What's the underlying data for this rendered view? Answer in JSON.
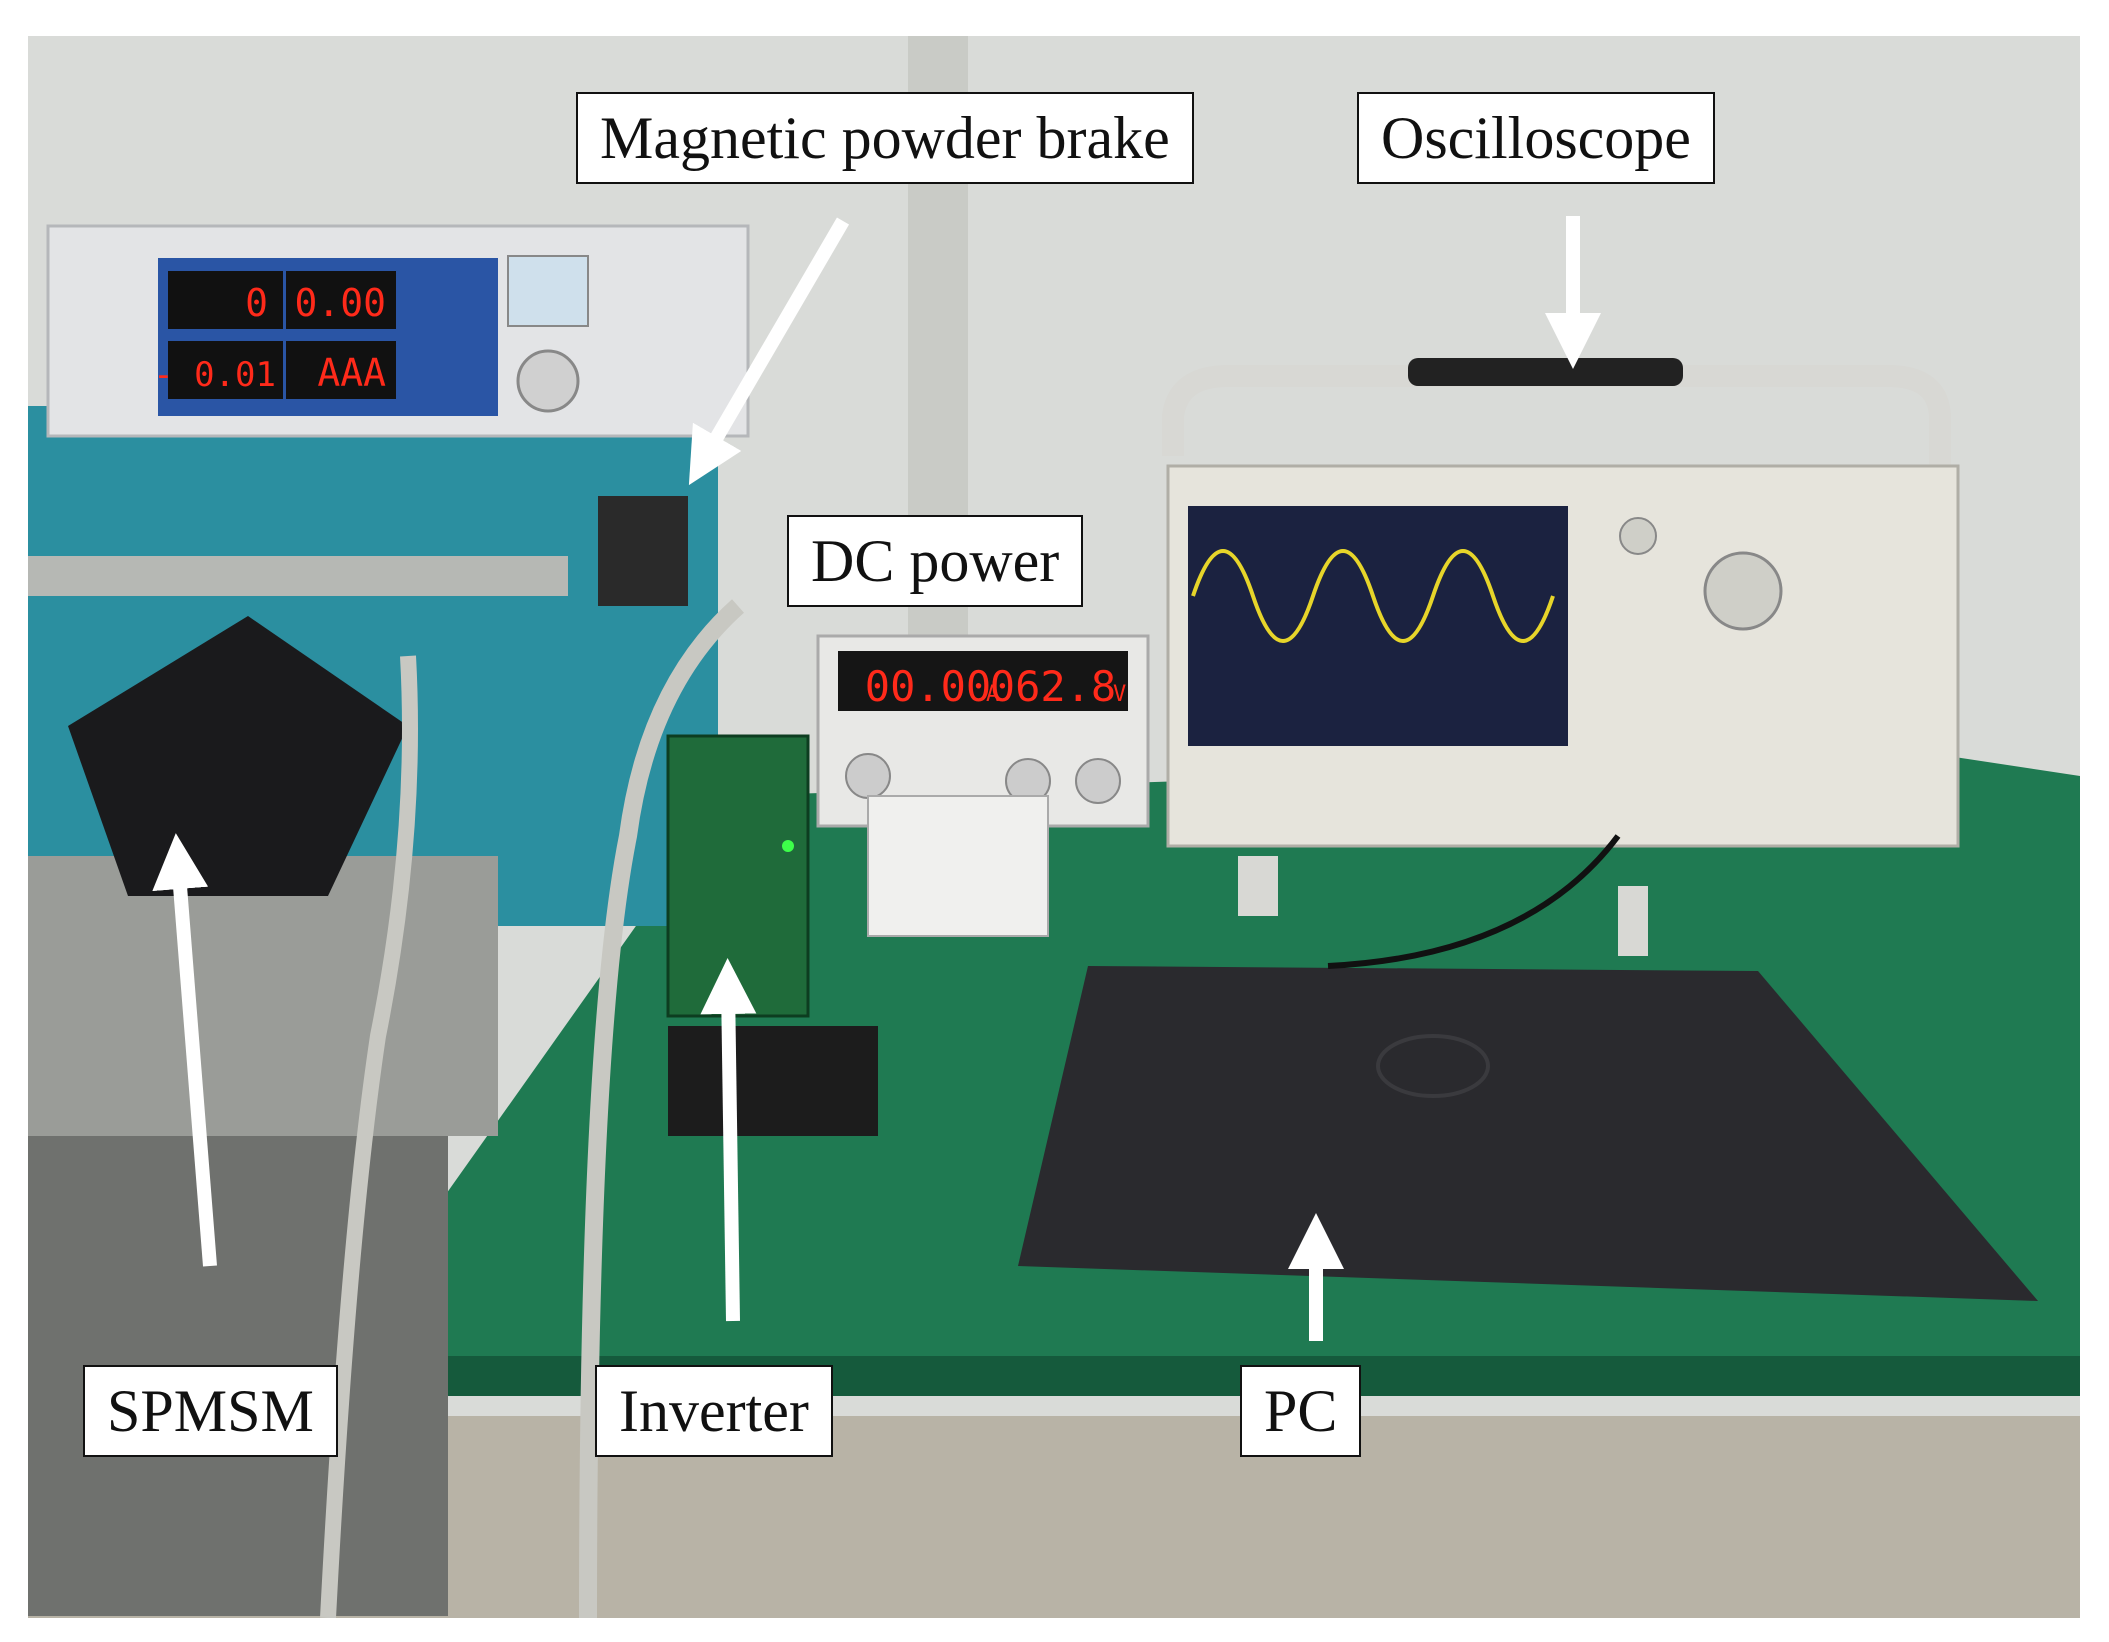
{
  "labels": {
    "brake": "Magnetic powder brake",
    "scope": "Oscilloscope",
    "dc": "DC power",
    "motor": "SPMSM",
    "inverter": "Inverter",
    "pc": "PC"
  },
  "readouts": {
    "controller_top_left": "0",
    "controller_top_right": "0.00",
    "controller_bottom_left": "- 0.01",
    "controller_bottom_right": "AAA",
    "dc_current": "00.00",
    "dc_voltage": "062.8",
    "dc_current_unit": "A",
    "dc_voltage_unit": "V"
  },
  "colors": {
    "wall": "#d9dbd8",
    "desk": "#1f7a52",
    "cabinet": "#2b8fa0",
    "laptop": "#2a2a2e",
    "scope_body": "#e6e4dc",
    "waveform": "#e7d52a",
    "led_red": "#ff2a1a"
  }
}
